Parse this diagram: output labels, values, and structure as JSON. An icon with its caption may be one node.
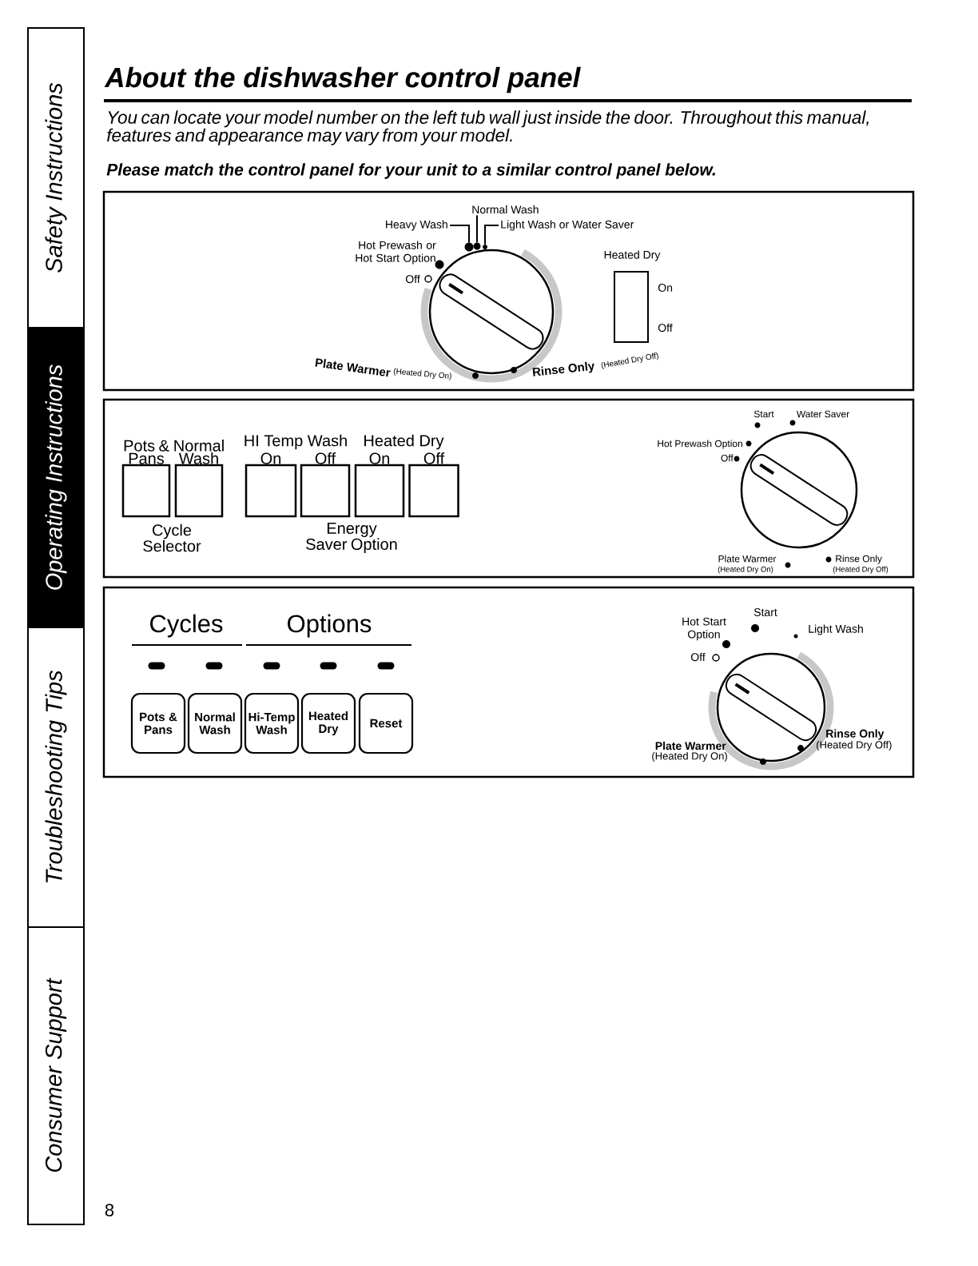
{
  "diagram": {
    "title": "About the dishwasher control panel",
    "nodes": [
      {
        "text": [
          "Safety Instructions"
        ]
      },
      {
        "text": [
          "Operating Instructions"
        ]
      },
      {
        "text": [
          "Troubleshooting Tips"
        ]
      },
      {
        "text": [
          "Consumer Support"
        ]
      },
      {
        "text": [
          "Heavy Wash"
        ]
      },
      {
        "text": [
          "Normal Wash"
        ]
      },
      {
        "text": [
          "Light Wash or Water Saver"
        ]
      },
      {
        "text": [],
        "shape": "circle"
      },
      {
        "text": [],
        "shape": "circle"
      },
      {
        "text": [],
        "shape": "circle"
      },
      {
        "text": [
          "Heated Dry"
        ],
        "beside": [
          "On",
          "Off"
        ]
      },
      {
        "text": [
          "Pots & Pans"
        ]
      },
      {
        "text": [
          "Normal Wash"
        ]
      },
      {
        "text": [
          "On"
        ]
      },
      {
        "text": [
          "Off"
        ]
      },
      {
        "text": [
          "On"
        ]
      },
      {
        "text": [
          "Off"
        ]
      },
      {
        "text": [
          "Pots & Pans"
        ]
      },
      {
        "text": [
          "Normal Wash"
        ]
      },
      {
        "text": [
          "Hi-Temp Wash"
        ]
      },
      {
        "text": [
          "Heated Dry"
        ]
      },
      {
        "text": [
          "Reset"
        ]
      }
    ],
    "edges": [
      {
        "from": 4,
        "to": 7,
        "arrow": "none"
      },
      {
        "from": 5,
        "to": 8,
        "arrow": "none"
      },
      {
        "from": 6,
        "to": 9,
        "arrow": "none"
      }
    ],
    "labels": [
      "You can locate your model number on the left tub wall just inside the door. Throughout this manual, features and appearance may vary from your model.",
      "Please match the control panel for your unit to a similar control panel below.",
      "Hot Prewash or Hot Start Option",
      "Off",
      "Plate Warmer",
      "(Heated Dry On)",
      "Rinse Only",
      "(Heated Dry Off)",
      "HI Temp Wash",
      "Heated Dry",
      "Cycle Selector",
      "Energy Saver Option",
      "Start",
      "Water Saver",
      "Hot Prewash Option",
      "Off",
      "Plate Warmer",
      "(Heated Dry On)",
      "Rinse Only",
      "(Heated Dry Off)",
      "Cycles",
      "Options",
      "Start",
      "Hot Start Option",
      "Off",
      "Light Wash",
      "Plate Warmer",
      "(Heated Dry On)",
      "Rinse Only",
      "(Heated Dry Off)",
      "8"
    ]
  }
}
